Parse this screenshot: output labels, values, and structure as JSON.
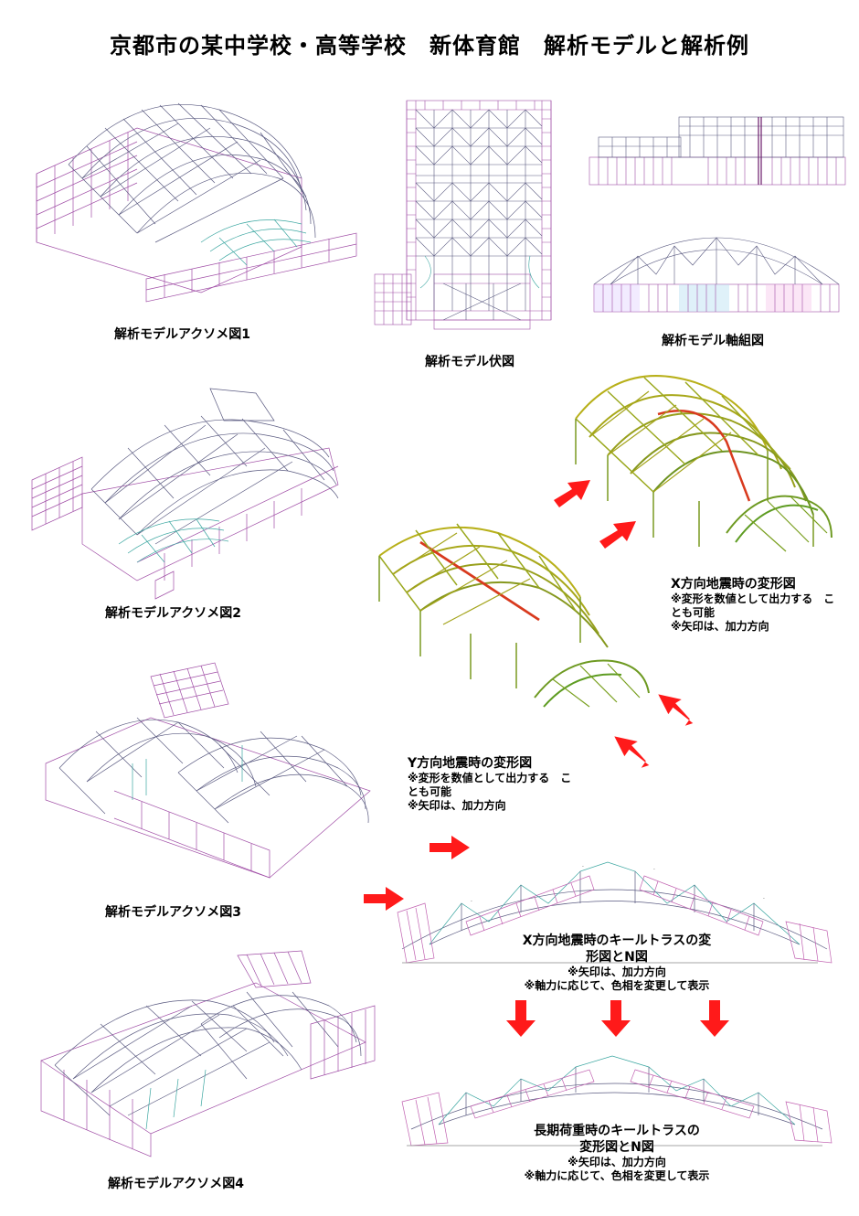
{
  "title": "京都市の某中学校・高等学校　新体育館　解析モデルと解析例",
  "captions": {
    "iso1": "解析モデルアクソメ図1",
    "iso2": "解析モデルアクソメ図2",
    "iso3": "解析モデルアクソメ図3",
    "iso4": "解析モデルアクソメ図4",
    "plan": "解析モデル伏図",
    "frame": "解析モデル軸組図"
  },
  "x_deform": {
    "heading": "X方向地震時の変形図",
    "note1": "※変形を数値として出力する　こ",
    "note2": "とも可能",
    "note3": "※矢印は、加力方向"
  },
  "y_deform": {
    "heading": "Y方向地震時の変形図",
    "note1": "※変形を数値として出力する　こ",
    "note2": "とも可能",
    "note3": "※矢印は、加力方向"
  },
  "keel_x": {
    "heading1": "X方向地震時のキールトラスの変",
    "heading2": "形図とN図",
    "note1": "※矢印は、加力方向",
    "note2": "※軸力に応じて、色相を変更して表示"
  },
  "keel_long": {
    "heading1": "長期荷重時のキールトラスの",
    "heading2": "変形図とN図",
    "note1": "※矢印は、加力方向",
    "note2": "※軸力に応じて、色相を変更して表示"
  },
  "colors": {
    "wire": "#6b6b8a",
    "purple": "#a04ea6",
    "teal": "#3aa6a0",
    "arrow": "#ff1a1a",
    "deform_yellow": "#b8b01a",
    "deform_green": "#5e9c22",
    "deform_red": "#d83a1e"
  }
}
